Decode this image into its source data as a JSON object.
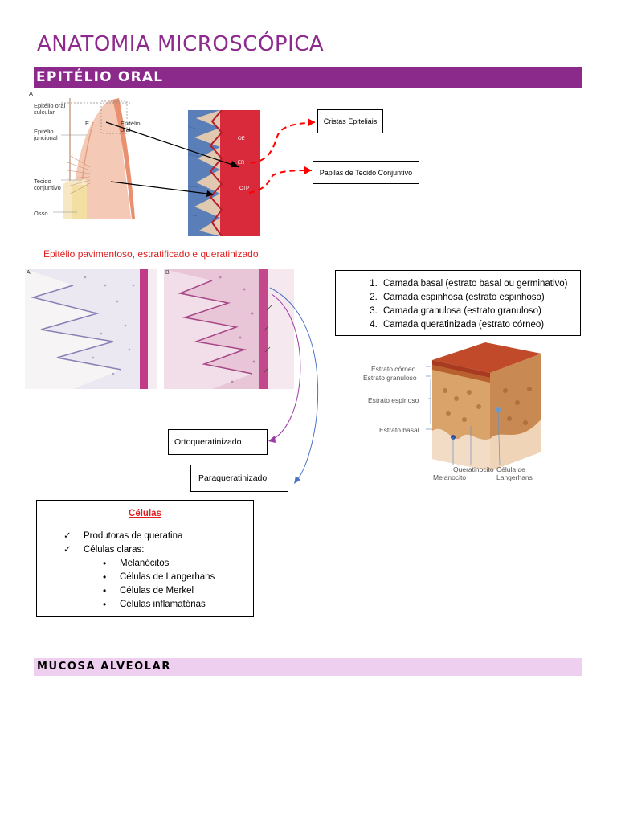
{
  "header": {
    "title": "ANATOMIA MICROSCÓPICA"
  },
  "section1": {
    "label": "EPITÉLIO ORAL"
  },
  "diagram1": {
    "letter": "A",
    "labels": [
      "Epitélio oral sulcular",
      "Epitélio juncional",
      "Tecido conjuntivo",
      "Osso",
      "E",
      "Epitélio oral"
    ]
  },
  "histo1": {
    "labels": [
      "OE",
      "ER",
      "CTP"
    ]
  },
  "callouts": {
    "cristas": "Cristas Epiteliais",
    "papilas": "Papilas de Tecido Conjuntivo"
  },
  "subtitle": "Epitélio pavimentoso, estratificado e queratinizado",
  "histo2": {
    "letter_a": "A",
    "letter_b": "B"
  },
  "layers": {
    "items": [
      "Camada basal (estrato basal ou germinativo)",
      "Camada espinhosa (estrato espinhoso)",
      "Camada granulosa (estrato granuloso)",
      "Camada queratinizada (estrato córneo)"
    ]
  },
  "keratin": {
    "orto": "Ortoqueratinizado",
    "para": "Paraqueratinizado"
  },
  "skin3d": {
    "labels": {
      "corneo": "Estrato córneo",
      "granuloso": "Estrato granuloso",
      "espinoso": "Estrato espinoso",
      "basal": "Estrato basal",
      "queratinocito": "Queratinocito",
      "melanocito": "Melanocito",
      "langerhans": "Célula de Langerhans"
    }
  },
  "cells": {
    "title": "Células",
    "check_mark": "✓",
    "bullet": "•",
    "checks": [
      "Produtoras de queratina",
      "Células claras:"
    ],
    "bullets": [
      "Melanócitos",
      "Células de Langerhans",
      "Células de Merkel",
      "Células inflamatórias"
    ]
  },
  "section2": {
    "label": "MUCOSA ALVEOLAR"
  },
  "colors": {
    "title": "#8e2a8e",
    "band_dark": "#8c2a8c",
    "band_light": "#efcfef",
    "red_text": "#e02020"
  }
}
